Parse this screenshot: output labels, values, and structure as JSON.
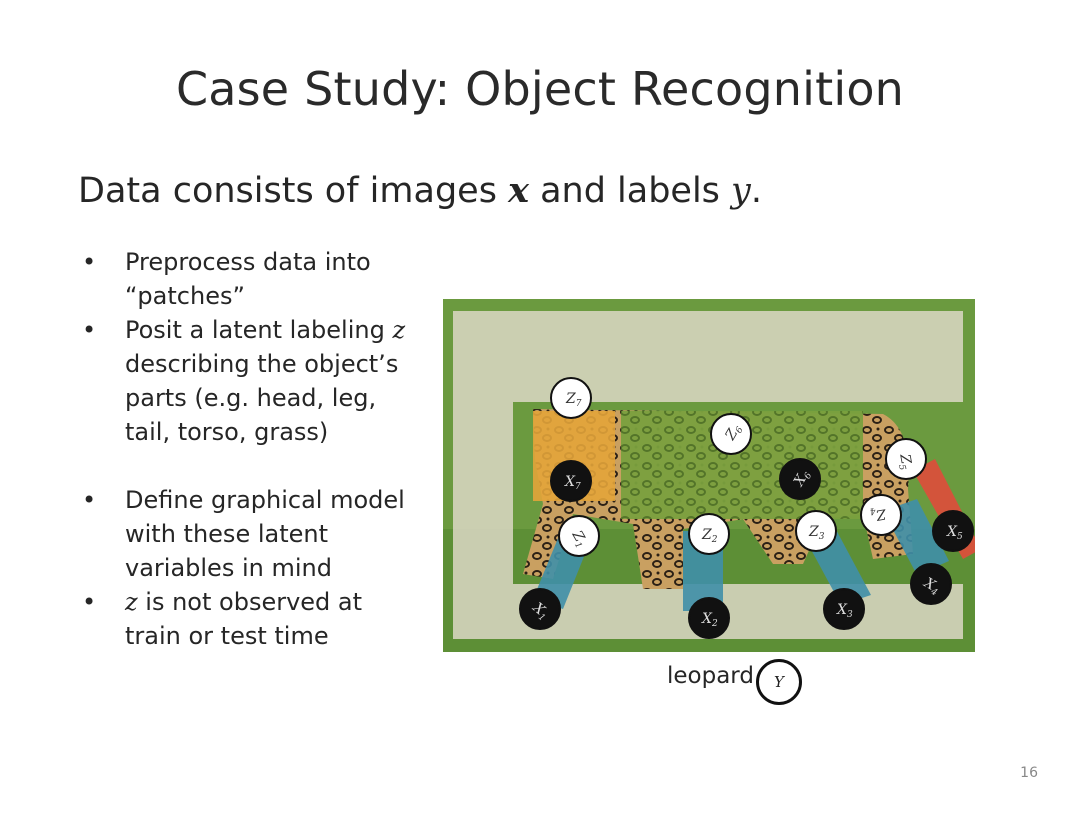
{
  "slide": {
    "title": "Case Study: Object Recognition",
    "subtitle_prefix": "Data consists of images ",
    "subtitle_x": "x",
    "subtitle_mid": " and labels ",
    "subtitle_y": "y",
    "subtitle_end": ".",
    "page_number": "16"
  },
  "bullets": [
    {
      "text": "Preprocess data into “patches”"
    },
    {
      "text_pre": "Posit a latent labeling ",
      "var": "z",
      "text_post": " describing the object’s parts (e.g. head, leg, tail, torso, grass)"
    },
    {
      "text": "Define graphical model with these latent variables in mind"
    },
    {
      "var": "z",
      "text_post": " is not observed at train or test time"
    }
  ],
  "figure": {
    "label": "leopard",
    "label_node": "Y",
    "latent_nodes": [
      {
        "id": "z7",
        "base": "Z",
        "sub": "7"
      },
      {
        "id": "z6",
        "base": "Z",
        "sub": "6"
      },
      {
        "id": "z5",
        "base": "Z",
        "sub": "5"
      },
      {
        "id": "z4",
        "base": "Z",
        "sub": "4"
      },
      {
        "id": "z3",
        "base": "Z",
        "sub": "3"
      },
      {
        "id": "z2",
        "base": "Z",
        "sub": "2"
      },
      {
        "id": "z1",
        "base": "Z",
        "sub": "1"
      }
    ],
    "observed_nodes": [
      {
        "id": "x7",
        "base": "X",
        "sub": "7"
      },
      {
        "id": "x6",
        "base": "X",
        "sub": "6"
      },
      {
        "id": "x5",
        "base": "X",
        "sub": "5"
      },
      {
        "id": "x4",
        "base": "X",
        "sub": "4"
      },
      {
        "id": "x3",
        "base": "X",
        "sub": "3"
      },
      {
        "id": "x2",
        "base": "X",
        "sub": "2"
      },
      {
        "id": "x1",
        "base": "X",
        "sub": "1"
      }
    ]
  },
  "colors": {
    "head_patch": "#e3a43a",
    "torso_patch": "#7aa03e",
    "leg_patch": "#3f8fa8",
    "tail_patch": "#d9503b",
    "grass_overlay": "#d8d4c2",
    "observed_node": "#111111",
    "latent_node": "#ffffff"
  }
}
